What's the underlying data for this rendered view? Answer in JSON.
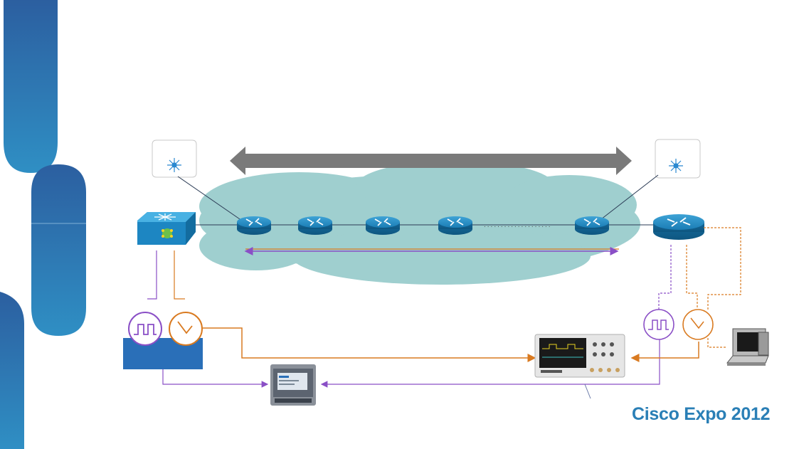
{
  "slide": {
    "brand_text": "Cisco Expo 2012"
  },
  "colors": {
    "accent_blue": "#2a7fb6",
    "cloud": "#9fcfcf",
    "router_blue": "#1a7fb4",
    "gray_arrow": "#7a7a7a",
    "purple": "#8a4fc6",
    "orange": "#d97a20",
    "measure_box": "#2a6fb8"
  },
  "diagram": {
    "nodes": [
      {
        "name": "switch-icon",
        "type": "multilayer-switch"
      },
      {
        "name": "router-icon",
        "type": "router",
        "count": 5
      },
      {
        "name": "edge-router-icon",
        "type": "router"
      },
      {
        "name": "clock-source-icon",
        "type": "pulse-generator"
      },
      {
        "name": "timing-analyzer-icon",
        "type": "network-analyzer"
      },
      {
        "name": "oscilloscope-icon",
        "type": "oscilloscope"
      },
      {
        "name": "workstation-icon",
        "type": "computer"
      },
      {
        "name": "agilent-logo-icon",
        "type": "logo",
        "count": 2
      }
    ],
    "ellipsis": "...................."
  }
}
